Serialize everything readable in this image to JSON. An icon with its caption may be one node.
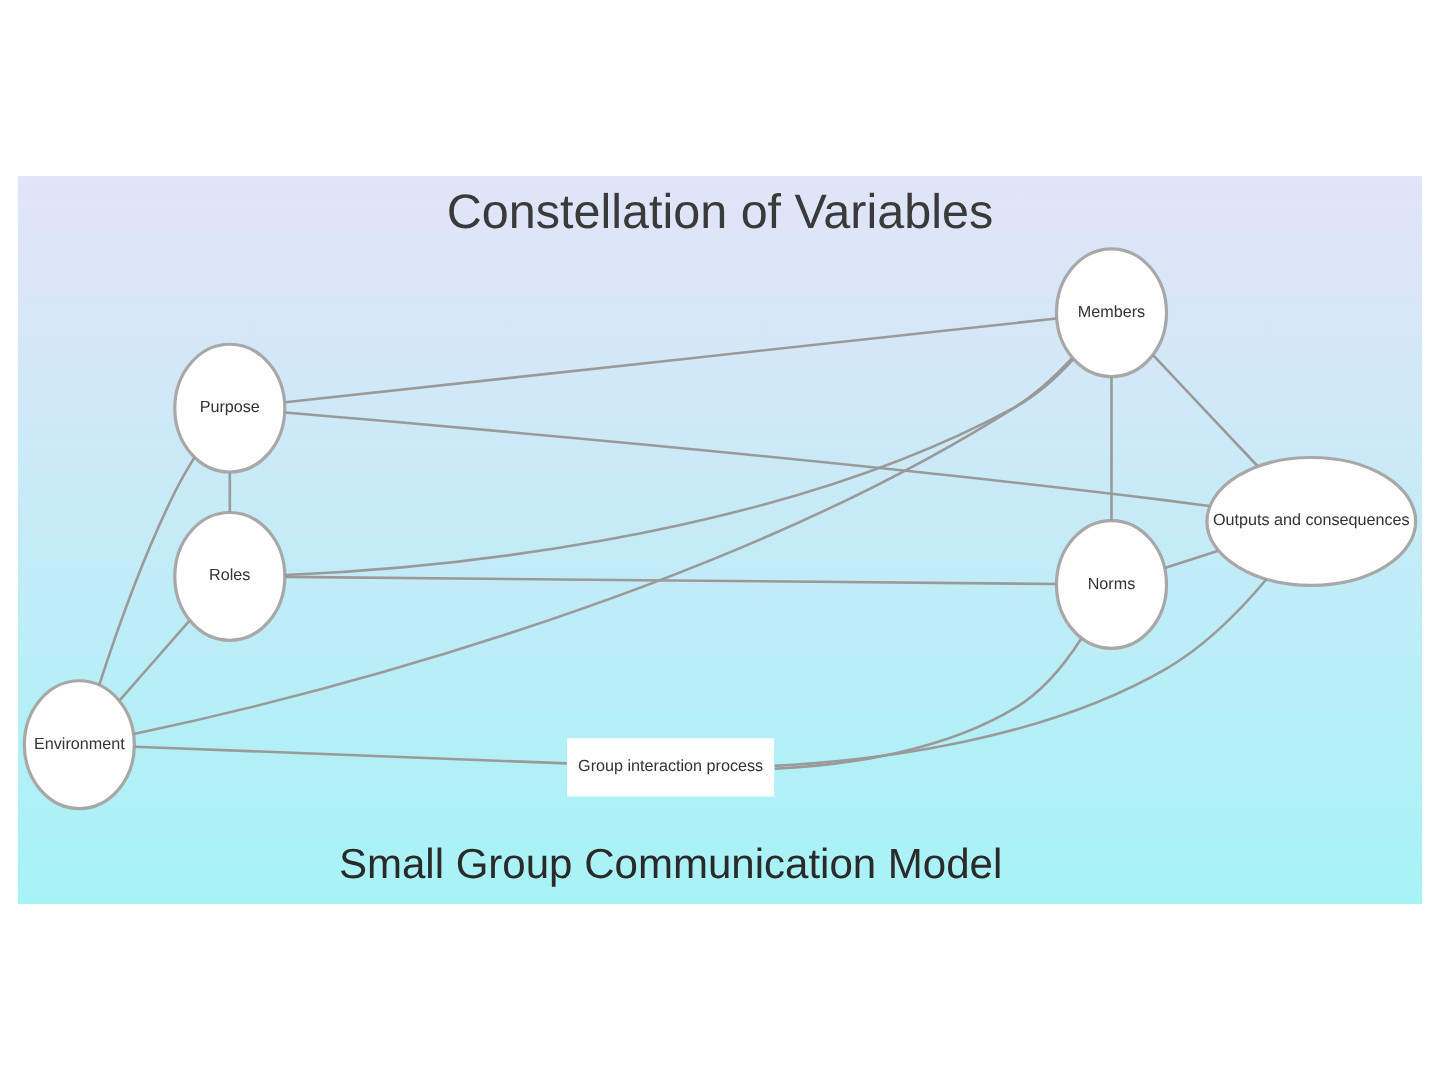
{
  "diagram": {
    "title": "Constellation of Variables",
    "caption": "Small Group Communication Model",
    "nodes": [
      {
        "text": [
          "Purpose"
        ]
      },
      {
        "text": [
          "Members"
        ]
      },
      {
        "text": [
          "Environment"
        ]
      },
      {
        "text": [
          "Group interaction process"
        ]
      },
      {
        "text": [
          "Outputs and consequences"
        ]
      },
      {
        "text": [
          "Roles"
        ]
      },
      {
        "text": [
          "Norms"
        ]
      }
    ],
    "edges": [
      {
        "from": 0,
        "to": 1,
        "arrow": "none"
      },
      {
        "from": 0,
        "to": 4,
        "arrow": "none"
      },
      {
        "from": 1,
        "to": 2,
        "arrow": "none"
      },
      {
        "from": 0,
        "to": 2,
        "arrow": "none"
      },
      {
        "from": 0,
        "to": 5,
        "arrow": "none"
      },
      {
        "from": 1,
        "to": 6,
        "arrow": "none"
      },
      {
        "from": 1,
        "to": 4,
        "arrow": "none"
      },
      {
        "from": 1,
        "to": 5,
        "arrow": "none"
      },
      {
        "from": 2,
        "to": 3,
        "arrow": "none"
      },
      {
        "from": 3,
        "to": 4,
        "arrow": "none"
      },
      {
        "from": 2,
        "to": 5,
        "arrow": "none"
      },
      {
        "from": 5,
        "to": 6,
        "arrow": "none"
      },
      {
        "from": 6,
        "to": 4,
        "arrow": "none"
      },
      {
        "from": 3,
        "to": 6,
        "arrow": "none"
      }
    ]
  }
}
